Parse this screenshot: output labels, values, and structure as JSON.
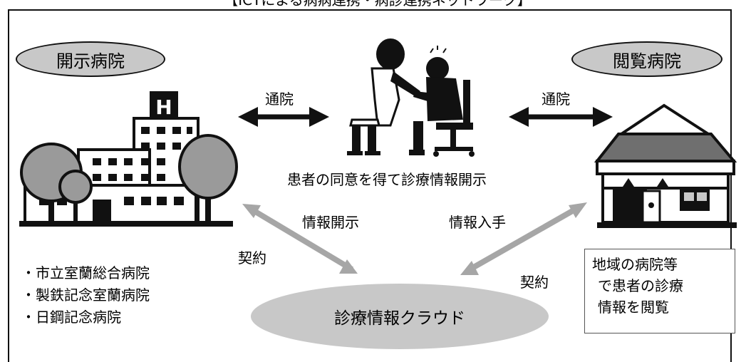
{
  "title": "【ICTによる病病連携・病診連携ネットワーク】",
  "labels": {
    "disclosing_hospital": "開示病院",
    "viewing_hospital": "閲覧病院",
    "visit_left": "通院",
    "visit_right": "通院",
    "consent_disclosure": "患者の同意を得て診療情報開示",
    "info_disclosure": "情報開示",
    "info_acquisition": "情報入手",
    "contract_left": "契約",
    "contract_right": "契約",
    "cloud": "診療情報クラウド"
  },
  "disclosing_hospitals": [
    "・市立室蘭総合病院",
    "・製鉄記念室蘭病院",
    "・日鋼記念病院"
  ],
  "viewing_note": [
    "地域の病院等",
    "で患者の診療",
    "情報を閲覧"
  ],
  "colors": {
    "oval_fill": "#c8c8c8",
    "double_arrow_gray": "#a6a6a6",
    "ink": "#111111"
  }
}
